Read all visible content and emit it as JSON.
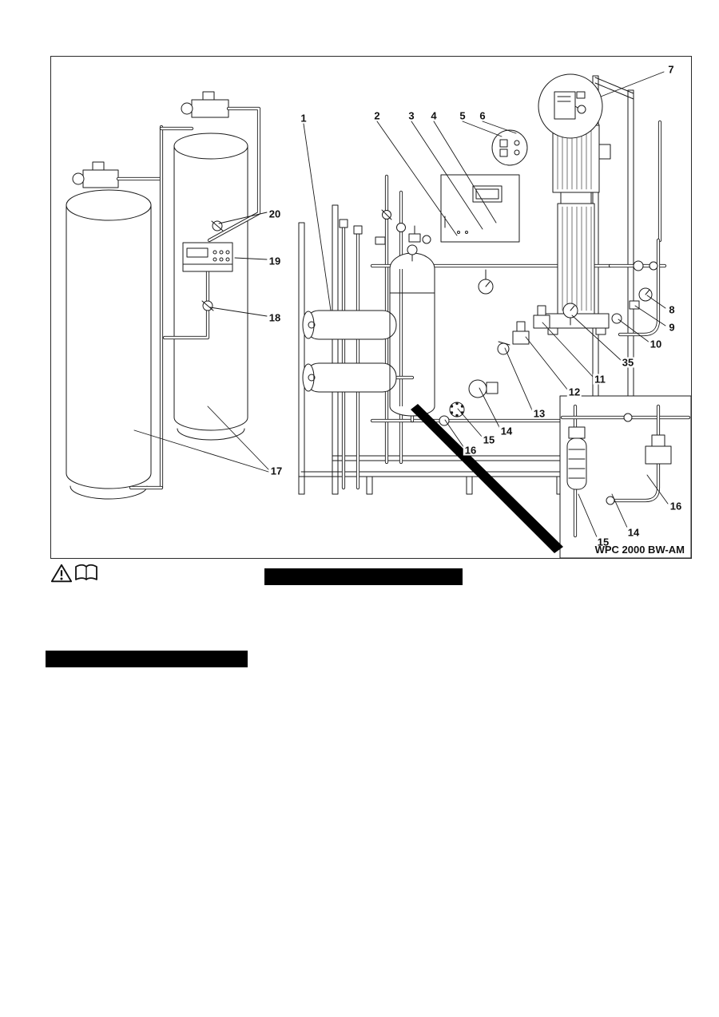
{
  "figure": {
    "callouts": {
      "n1": "1",
      "n2": "2",
      "n3": "3",
      "n4": "4",
      "n5": "5",
      "n6": "6",
      "n7": "7",
      "n8": "8",
      "n9": "9",
      "n10": "10",
      "n11": "11",
      "n12": "12",
      "n13": "13",
      "n14": "14",
      "n15": "15",
      "n16": "16",
      "n17": "17",
      "n18": "18",
      "n19": "19",
      "n20": "20",
      "n35": "35"
    },
    "inset": {
      "model_label": "WPC 2000 BW-AM",
      "n14": "14",
      "n15": "15",
      "n16": "16"
    }
  },
  "icons": {
    "warning": "warning-triangle-icon",
    "manual": "open-book-icon"
  },
  "colors": {
    "line": "#1a1a1a",
    "redaction": "#000000",
    "paper": "#ffffff"
  }
}
